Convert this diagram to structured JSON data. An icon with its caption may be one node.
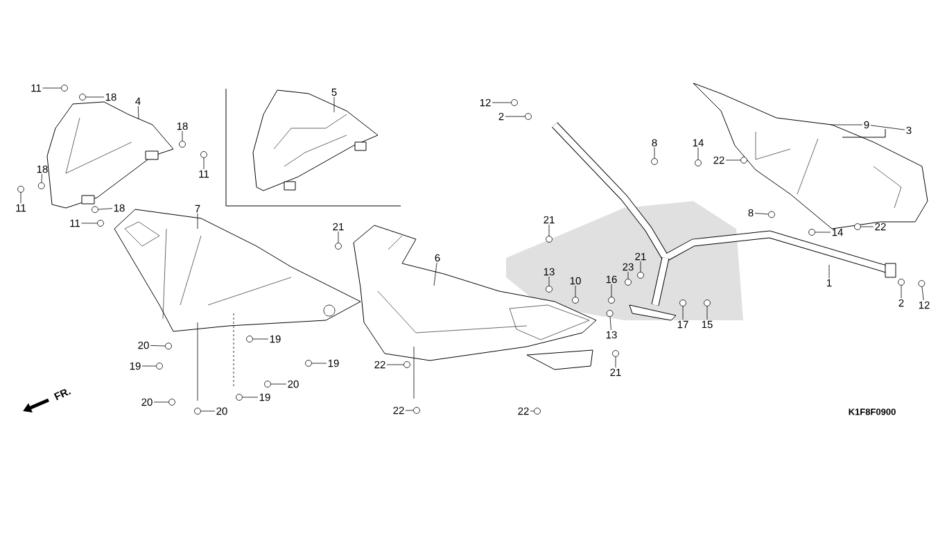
{
  "diagram": {
    "nodes": [
      {
        "text": [
          "11"
        ]
      },
      {
        "text": [
          "18"
        ]
      },
      {
        "text": [
          "4"
        ]
      },
      {
        "text": [
          "18"
        ]
      },
      {
        "text": [
          "11"
        ]
      },
      {
        "text": [
          "18"
        ]
      },
      {
        "text": [
          "11"
        ]
      },
      {
        "text": [
          "18"
        ]
      },
      {
        "text": [
          "11"
        ]
      },
      {
        "text": [
          "5"
        ]
      },
      {
        "text": [
          "7"
        ]
      },
      {
        "text": [
          "20"
        ]
      },
      {
        "text": [
          "19"
        ]
      },
      {
        "text": [
          "20"
        ]
      },
      {
        "text": [
          "20"
        ]
      },
      {
        "text": [
          "19"
        ]
      },
      {
        "text": [
          "19"
        ]
      },
      {
        "text": [
          "20"
        ]
      },
      {
        "text": [
          "19"
        ]
      },
      {
        "text": [
          "21"
        ]
      },
      {
        "text": [
          "6"
        ]
      },
      {
        "text": [
          "22"
        ]
      },
      {
        "text": [
          "22"
        ]
      },
      {
        "text": [
          "22"
        ]
      },
      {
        "text": [
          "12"
        ]
      },
      {
        "text": [
          "2"
        ]
      },
      {
        "text": [
          "21"
        ]
      },
      {
        "text": [
          "13"
        ]
      },
      {
        "text": [
          "10"
        ]
      },
      {
        "text": [
          "16"
        ]
      },
      {
        "text": [
          "13"
        ]
      },
      {
        "text": [
          "21"
        ]
      },
      {
        "text": [
          "23"
        ]
      },
      {
        "text": [
          "21"
        ]
      },
      {
        "text": [
          "17"
        ]
      },
      {
        "text": [
          "15"
        ]
      },
      {
        "text": [
          "8"
        ]
      },
      {
        "text": [
          "14"
        ]
      },
      {
        "text": [
          "22"
        ]
      },
      {
        "text": [
          "8"
        ]
      },
      {
        "text": [
          "14"
        ]
      },
      {
        "text": [
          "22"
        ]
      },
      {
        "text": [
          "9"
        ]
      },
      {
        "text": [
          "3"
        ]
      },
      {
        "text": [
          "1"
        ]
      },
      {
        "text": [
          "2"
        ]
      },
      {
        "text": [
          "12"
        ]
      },
      {
        "text": [],
        "shape": "circle"
      },
      {
        "text": [],
        "shape": "circle"
      },
      {
        "text": [],
        "shape": "circle"
      },
      {
        "text": [],
        "shape": "circle"
      },
      {
        "text": [],
        "shape": "circle"
      },
      {
        "text": [],
        "shape": "circle"
      },
      {
        "text": [],
        "shape": "circle"
      },
      {
        "text": [],
        "shape": "circle"
      },
      {
        "text": [],
        "shape": "circle"
      },
      {
        "text": [],
        "shape": "circle"
      },
      {
        "text": [],
        "shape": "circle"
      },
      {
        "text": [],
        "shape": "circle"
      },
      {
        "text": [],
        "shape": "circle"
      },
      {
        "text": [],
        "shape": "circle"
      },
      {
        "text": [],
        "shape": "circle"
      },
      {
        "text": [],
        "shape": "circle"
      },
      {
        "text": [],
        "shape": "circle"
      },
      {
        "text": [],
        "shape": "circle"
      },
      {
        "text": [],
        "shape": "circle"
      },
      {
        "text": [],
        "shape": "circle"
      },
      {
        "text": [],
        "shape": "circle"
      },
      {
        "text": [],
        "shape": "circle"
      },
      {
        "text": [],
        "shape": "circle"
      },
      {
        "text": [],
        "shape": "circle"
      },
      {
        "text": [],
        "shape": "circle"
      },
      {
        "text": [],
        "shape": "circle"
      },
      {
        "text": [],
        "shape": "circle"
      },
      {
        "text": [],
        "shape": "circle"
      },
      {
        "text": [],
        "shape": "circle"
      },
      {
        "text": [],
        "shape": "circle"
      },
      {
        "text": [],
        "shape": "circle"
      },
      {
        "text": [],
        "shape": "circle"
      },
      {
        "text": [],
        "shape": "circle"
      },
      {
        "text": [],
        "shape": "circle"
      },
      {
        "text": [],
        "shape": "circle"
      },
      {
        "text": [],
        "shape": "circle"
      },
      {
        "text": [],
        "shape": "circle"
      },
      {
        "text": [],
        "shape": "circle"
      },
      {
        "text": [],
        "shape": "circle"
      },
      {
        "text": [],
        "shape": "circle"
      }
    ],
    "edges": [
      {
        "from": 0,
        "to": 47,
        "arrow": "none"
      },
      {
        "from": 1,
        "to": 48,
        "arrow": "none"
      },
      {
        "from": 2,
        "to": null,
        "arrow": "none"
      },
      {
        "from": 3,
        "to": 49,
        "arrow": "none"
      },
      {
        "from": 4,
        "to": 50,
        "arrow": "none"
      },
      {
        "from": 5,
        "to": 51,
        "arrow": "none"
      },
      {
        "from": 6,
        "to": 52,
        "arrow": "none"
      },
      {
        "from": 7,
        "to": 53,
        "arrow": "none"
      },
      {
        "from": 8,
        "to": 54,
        "arrow": "none"
      },
      {
        "from": 9,
        "to": null,
        "arrow": "none"
      },
      {
        "from": 10,
        "to": null,
        "arrow": "none"
      },
      {
        "from": 11,
        "to": 55,
        "arrow": "none"
      },
      {
        "from": 12,
        "to": 56,
        "arrow": "none"
      },
      {
        "from": 13,
        "to": 57,
        "arrow": "none"
      },
      {
        "from": 14,
        "to": 58,
        "arrow": "none"
      },
      {
        "from": 15,
        "to": 59,
        "arrow": "none"
      },
      {
        "from": 16,
        "to": 60,
        "arrow": "none"
      },
      {
        "from": 17,
        "to": 61,
        "arrow": "none"
      },
      {
        "from": 18,
        "to": 62,
        "arrow": "none"
      },
      {
        "from": 19,
        "to": 63,
        "arrow": "none"
      },
      {
        "from": 20,
        "to": null,
        "arrow": "none"
      },
      {
        "from": 21,
        "to": 64,
        "arrow": "none"
      },
      {
        "from": 22,
        "to": 65,
        "arrow": "none"
      },
      {
        "from": 23,
        "to": 66,
        "arrow": "none"
      },
      {
        "from": 24,
        "to": 67,
        "arrow": "none"
      },
      {
        "from": 25,
        "to": 68,
        "arrow": "none"
      },
      {
        "from": 26,
        "to": 69,
        "arrow": "none"
      },
      {
        "from": 27,
        "to": 70,
        "arrow": "none"
      },
      {
        "from": 28,
        "to": 71,
        "arrow": "none"
      },
      {
        "from": 29,
        "to": 72,
        "arrow": "none"
      },
      {
        "from": 30,
        "to": 73,
        "arrow": "none"
      },
      {
        "from": 31,
        "to": 74,
        "arrow": "none"
      },
      {
        "from": 32,
        "to": 75,
        "arrow": "none"
      },
      {
        "from": 33,
        "to": 76,
        "arrow": "none"
      },
      {
        "from": 34,
        "to": 77,
        "arrow": "none"
      },
      {
        "from": 35,
        "to": 78,
        "arrow": "none"
      },
      {
        "from": 36,
        "to": 79,
        "arrow": "none"
      },
      {
        "from": 37,
        "to": 80,
        "arrow": "none"
      },
      {
        "from": 38,
        "to": 81,
        "arrow": "none"
      },
      {
        "from": 39,
        "to": 82,
        "arrow": "none"
      },
      {
        "from": 40,
        "to": 83,
        "arrow": "none"
      },
      {
        "from": 41,
        "to": 84,
        "arrow": "none"
      },
      {
        "from": 42,
        "to": null,
        "arrow": "none"
      },
      {
        "from": 43,
        "to": 42,
        "arrow": "none"
      },
      {
        "from": 44,
        "to": null,
        "arrow": "none"
      },
      {
        "from": 45,
        "to": 85,
        "arrow": "none"
      },
      {
        "from": 46,
        "to": 86,
        "arrow": "none"
      }
    ],
    "labels": [
      "FR.",
      "K1F8F0900"
    ]
  }
}
